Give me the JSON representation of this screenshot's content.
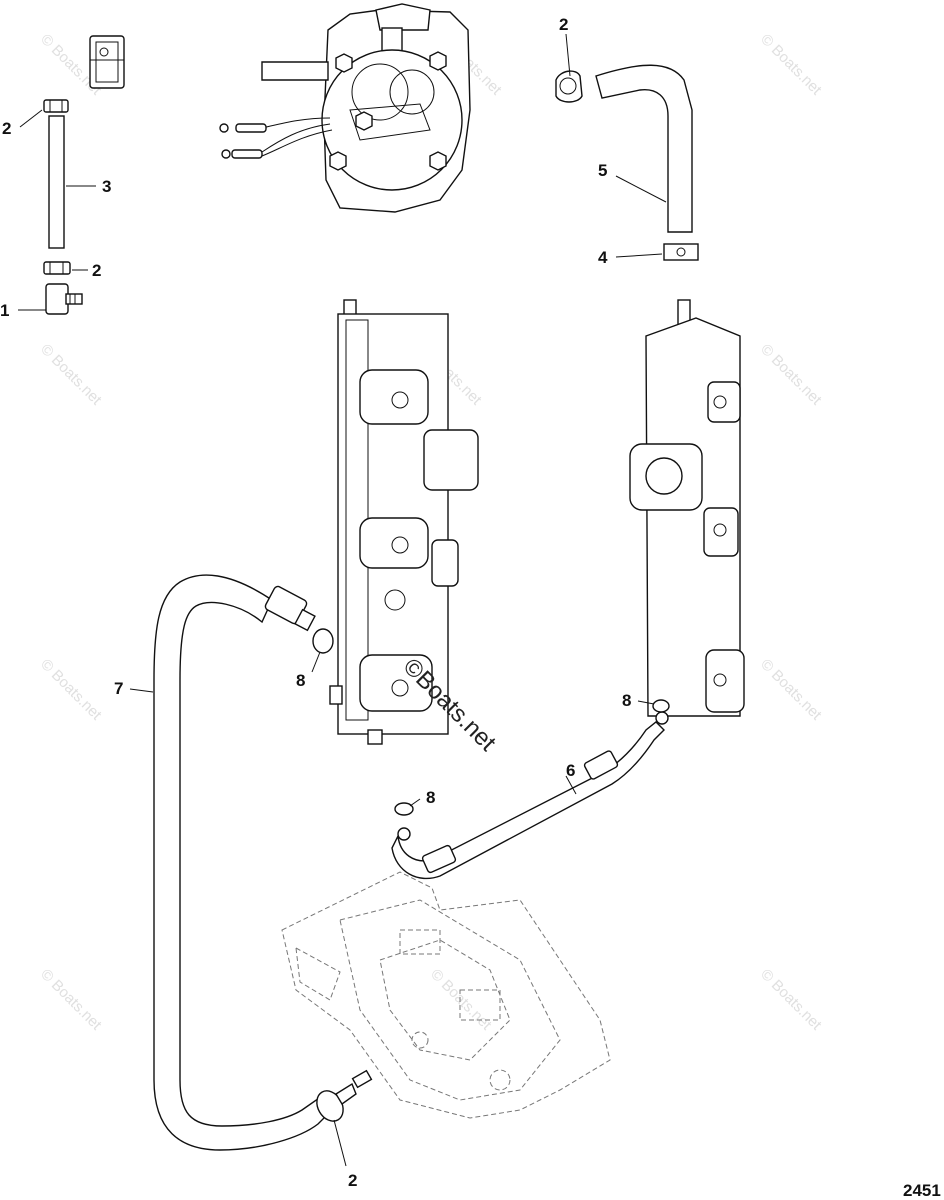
{
  "figure_number": "2451",
  "watermark_center": "©Boats.net",
  "watermark_tile": "© Boats.net",
  "callouts": {
    "c1": "1",
    "c2_left": "2",
    "c2_left_b": "2",
    "c2_top": "2",
    "c2_bottom": "2",
    "c3": "3",
    "c4": "4",
    "c5": "5",
    "c6": "6",
    "c7": "7",
    "c8_left": "8",
    "c8_right": "8",
    "c8_center": "8"
  }
}
